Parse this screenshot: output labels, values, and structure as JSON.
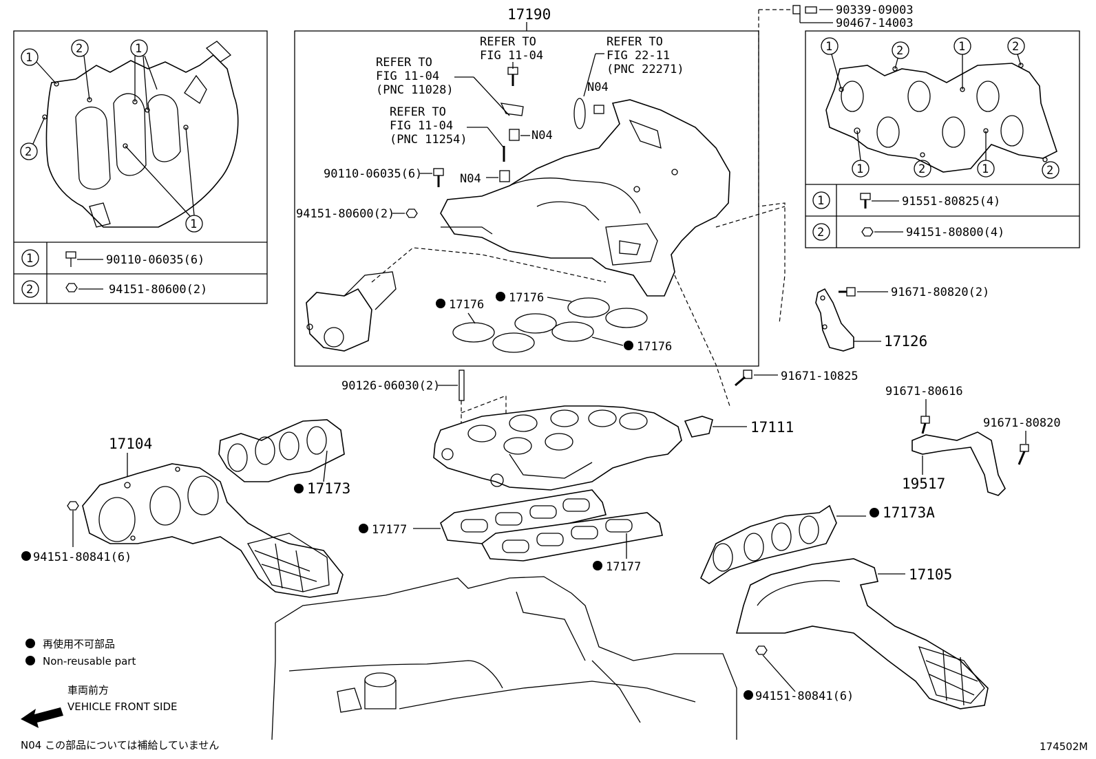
{
  "main_assembly": {
    "part_no": "17190"
  },
  "refs": [
    {
      "id": "ref1",
      "lines": [
        "REFER TO",
        "FIG 11-04",
        "(PNC 11028)"
      ]
    },
    {
      "id": "ref2",
      "lines": [
        "REFER TO",
        "FIG 11-04"
      ]
    },
    {
      "id": "ref3",
      "lines": [
        "REFER TO",
        "FIG 22-11",
        "(PNC 22271)"
      ]
    },
    {
      "id": "ref4",
      "lines": [
        "REFER TO",
        "FIG 11-04",
        "(PNC 11254)"
      ]
    }
  ],
  "labels": {
    "n04": "N04",
    "p90339": "90339-09003",
    "p90467": "90467-14003",
    "p90110_main": "90110-06035(6)",
    "p94151_main": "94151-80600(2)",
    "p17176a": "17176",
    "p17176b": "17176",
    "p17176c": "17176",
    "p90126": "90126-06030(2)",
    "p91671_10825": "91671-10825",
    "p17111": "17111",
    "p91671_80820a": "91671-80820(2)",
    "p17126": "17126",
    "p91671_80616": "91671-80616",
    "p91671_80820b": "91671-80820",
    "p19517": "19517",
    "p17104": "17104",
    "p17173": "17173",
    "p94151_80841a": "94151-80841(6)",
    "p17177a": "17177",
    "p17177b": "17177",
    "p17173A": "17173A",
    "p17105": "17105",
    "p94151_80841b": "94151-80841(6)"
  },
  "left_inset": {
    "rows": [
      {
        "key": "1",
        "part": "90110-06035(6)"
      },
      {
        "key": "2",
        "part": "94151-80600(2)"
      }
    ]
  },
  "right_inset": {
    "rows": [
      {
        "key": "1",
        "part": "91551-80825(4)"
      },
      {
        "key": "2",
        "part": "94151-80800(4)"
      }
    ]
  },
  "legend": {
    "non_reusable_jp": "再使用不可部品",
    "non_reusable_en": "Non-reusable part",
    "front_jp": "車両前方",
    "front_en": "VEHICLE FRONT SIDE",
    "n04_note": "N04  この部品については補給していません"
  },
  "figure_code": "174502M"
}
